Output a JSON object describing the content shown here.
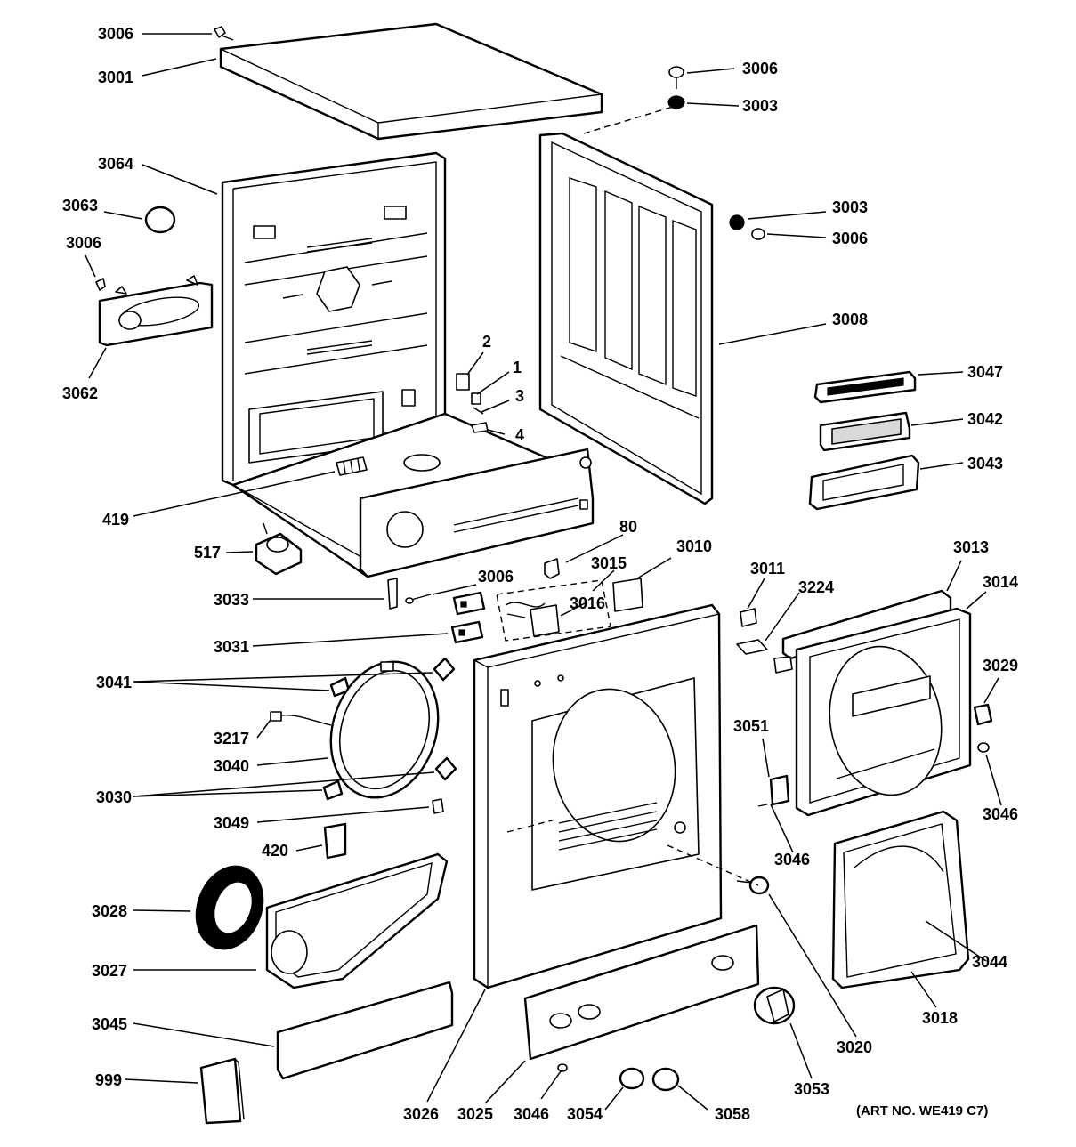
{
  "diagram": {
    "art_number": "(ART NO. WE419 C7)",
    "line_color": "#000000",
    "background": "#ffffff"
  },
  "labels": {
    "l3006a": "3006",
    "l3001": "3001",
    "l3006b": "3006",
    "l3003a": "3003",
    "l3064": "3064",
    "l3063": "3063",
    "l3006c": "3006",
    "l3062": "3062",
    "l3003b": "3003",
    "l3006d": "3006",
    "l3008": "3008",
    "l2": "2",
    "l1": "1",
    "l3": "3",
    "l4": "4",
    "l3047": "3047",
    "l3042": "3042",
    "l3043": "3043",
    "l419": "419",
    "l80": "80",
    "l517": "517",
    "l3010": "3010",
    "l3015": "3015",
    "l3011": "3011",
    "l3013": "3013",
    "l3224": "3224",
    "l3014": "3014",
    "l3033": "3033",
    "l3006e": "3006",
    "l3016": "3016",
    "l3031": "3031",
    "l3041": "3041",
    "l3029": "3029",
    "l3217": "3217",
    "l3051": "3051",
    "l3040": "3040",
    "l3030": "3030",
    "l3046a": "3046",
    "l3049": "3049",
    "l3046b": "3046",
    "l420": "420",
    "l3028": "3028",
    "l3044": "3044",
    "l3027": "3027",
    "l3018": "3018",
    "l3045": "3045",
    "l3020": "3020",
    "l999": "999",
    "l3053": "3053",
    "l3026": "3026",
    "l3025": "3025",
    "l3046c": "3046",
    "l3054": "3054",
    "l3058": "3058"
  }
}
